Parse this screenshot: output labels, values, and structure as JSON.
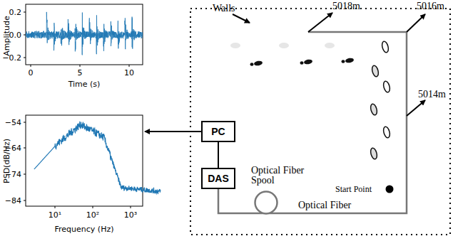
{
  "diagram": {
    "nodes": [
      {
        "text": [
          "PC"
        ]
      },
      {
        "text": [
          "DAS"
        ]
      },
      {
        "text": [
          "Optical Fiber Spool"
        ]
      }
    ],
    "edges": [
      {
        "from": 0,
        "to": 1,
        "arrow": "none"
      }
    ],
    "labels": [
      "Amplitude",
      "0.2",
      "0.0",
      "−0.2",
      "0",
      "5",
      "10",
      "Time (s)",
      "PSD(dB/Hz)",
      "−54",
      "−64",
      "−74",
      "−84",
      "10¹",
      "10²",
      "10³",
      "Frequency (Hz)",
      "Walls",
      "5018m",
      "5016m",
      "5014m",
      "Start Point",
      "Optical Fiber"
    ]
  }
}
